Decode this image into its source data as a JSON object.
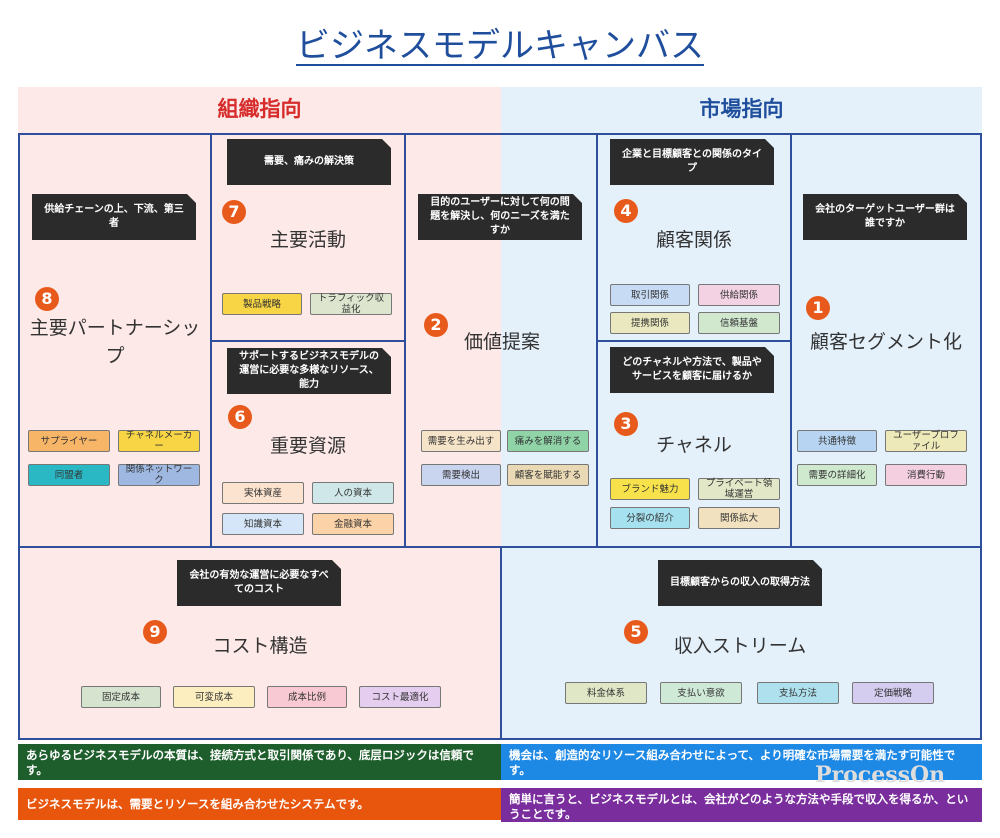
{
  "title": "ビジネスモデルキャンバス",
  "sections": {
    "left": "組織指向",
    "right": "市場指向"
  },
  "blocks": {
    "partners": {
      "num": "8",
      "label": "主要パートナーシップ",
      "note": "供給チェーンの上、下流、第三者",
      "tags": [
        "サプライヤー",
        "チャネルメーカー",
        "同盟者",
        "関係ネットワーク"
      ]
    },
    "activities": {
      "num": "7",
      "label": "主要活動",
      "note": "需要、痛みの解決策",
      "tags": [
        "製品戦略",
        "トラフィック収益化"
      ]
    },
    "resources": {
      "num": "6",
      "label": "重要資源",
      "note": "サポートするビジネスモデルの運営に必要な多様なリソース、能力",
      "tags": [
        "実体資産",
        "人の資本",
        "知識資本",
        "金融資本"
      ]
    },
    "value": {
      "num": "2",
      "label": "価値提案",
      "note": "目的のユーザーに対して何の問題を解決し、何のニーズを満たすか",
      "tags": [
        "需要を生み出す",
        "痛みを解消する",
        "需要検出",
        "顧客を賦能する"
      ]
    },
    "relationships": {
      "num": "4",
      "label": "顧客関係",
      "note": "企業と目標顧客との関係のタイプ",
      "tags": [
        "取引関係",
        "供給関係",
        "提携関係",
        "信頼基盤"
      ]
    },
    "channels": {
      "num": "3",
      "label": "チャネル",
      "note": "どのチャネルや方法で、製品やサービスを顧客に届けるか",
      "tags": [
        "ブランド魅力",
        "プライベート領域運営",
        "分裂の紹介",
        "関係拡大"
      ]
    },
    "segments": {
      "num": "1",
      "label": "顧客セグメント化",
      "note": "会社のターゲットユーザー群は誰ですか",
      "tags": [
        "共通特徴",
        "ユーザープロファイル",
        "需要の詳細化",
        "消費行動"
      ]
    },
    "cost": {
      "num": "9",
      "label": "コスト構造",
      "note": "会社の有効な運営に必要なすべてのコスト",
      "tags": [
        "固定成本",
        "可変成本",
        "成本比例",
        "コスト最適化"
      ]
    },
    "revenue": {
      "num": "5",
      "label": "収入ストリーム",
      "note": "目標顧客からの収入の取得方法",
      "tags": [
        "料金体系",
        "支払い意欲",
        "支払方法",
        "定価戦略"
      ]
    }
  },
  "footer": [
    "あらゆるビジネスモデルの本質は、接続方式と取引関係であり、底层ロジックは信頼です。",
    "機会は、創造的なリソース組み合わせによって、より明確な市場需要を満たす可能性です。",
    "ビジネスモデルは、需要とリソースを組み合わせたシステムです。",
    "簡単に言うと、ビジネスモデルとは、会社がどのような方法や手段で収入を得るか、ということです。"
  ],
  "watermark": "ProcessOn",
  "colors": {
    "title": "#1f4e9c",
    "left_head": "#d62c2c",
    "right_head": "#1f4e9c",
    "border": "#2f4f9c",
    "number": "#e85a1b",
    "footer": [
      "#1e5e2c",
      "#1e88e5",
      "#e8560e",
      "#7a2d9c"
    ]
  }
}
